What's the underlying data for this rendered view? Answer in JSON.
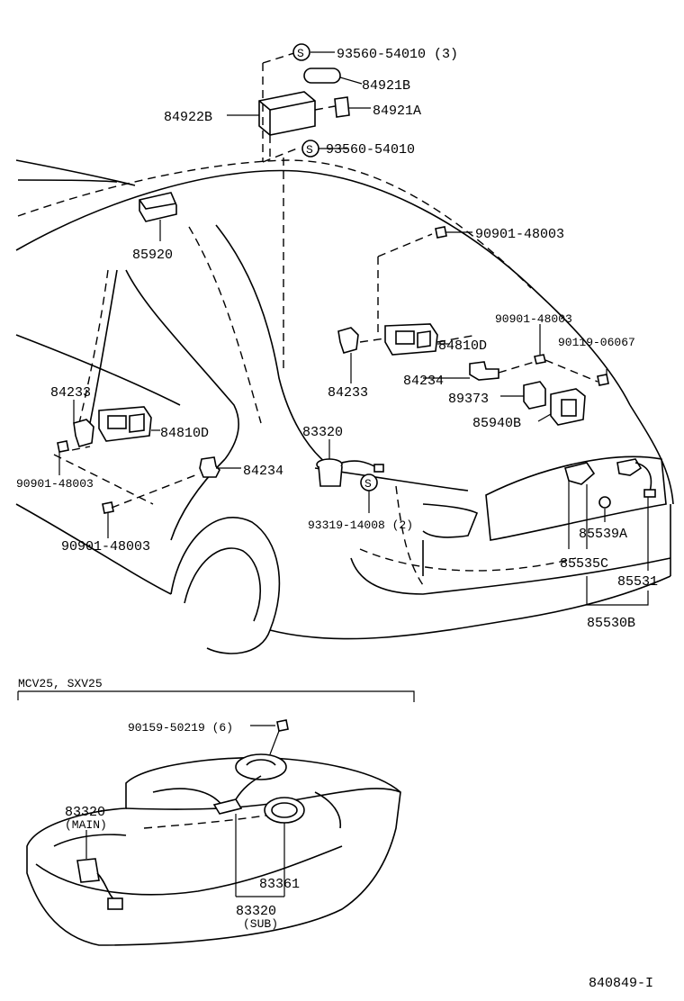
{
  "callouts": {
    "p93560_54010_3": "93560-54010 (3)",
    "p84921B": "84921B",
    "p84921A": "84921A",
    "p84922B": "84922B",
    "p93560_54010": "93560-54010",
    "p85920": "85920",
    "p90901_48003_a": "90901-48003",
    "p90901_48003_b": "90901-48003",
    "p90119_06067": "90119-06067",
    "p84810D_a": "84810D",
    "p84234_a": "84234",
    "p84233_a": "84233",
    "p89373": "89373",
    "p85940B": "85940B",
    "p84233_b": "84233",
    "p84810D_b": "84810D",
    "p83320_a": "83320",
    "p84234_b": "84234",
    "p90901_48003_c": "90901-48003",
    "p90901_48003_d": "90901-48003",
    "p93319_14008_2": "93319-14008 (2)",
    "p85539A": "85539A",
    "p85535C": "85535C",
    "p85531": "85531",
    "p85530B": "85530B",
    "p90159_50219_6": "90159-50219 (6)",
    "p83320_main": "83320",
    "p_main_note": "(MAIN)",
    "p83361": "83361",
    "p83320_sub": "83320",
    "p_sub_note": "(SUB)"
  },
  "section_label": "MCV25, SXV25",
  "screw_symbol": "S",
  "diagram_code": "840849-I"
}
